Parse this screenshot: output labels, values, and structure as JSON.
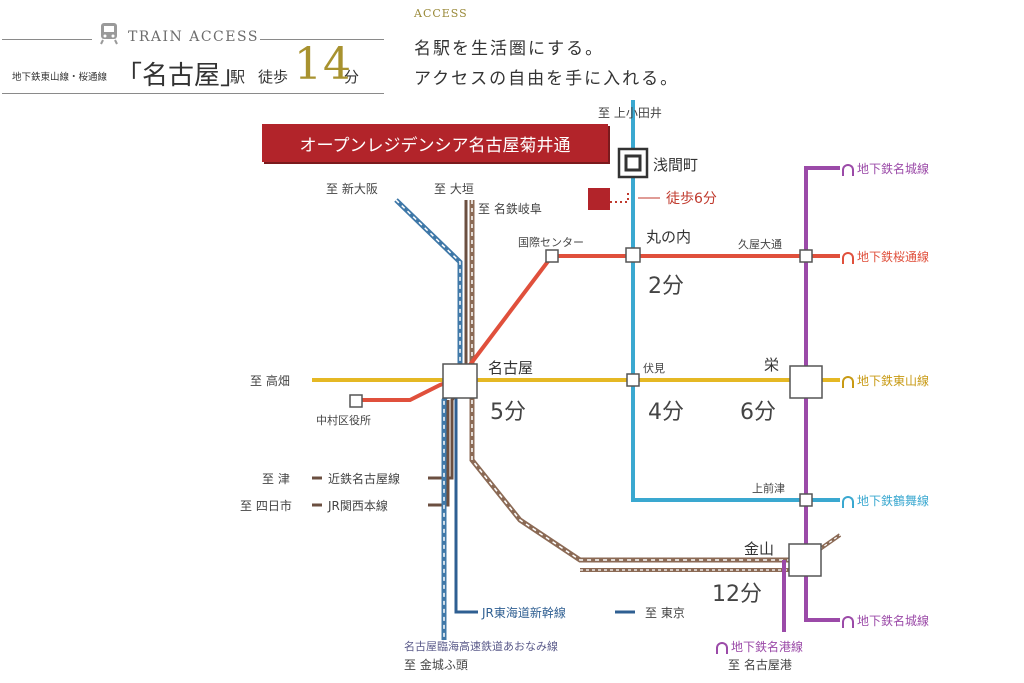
{
  "header": {
    "train_access": "TRAIN ACCESS",
    "lines": "地下鉄東山線・桜通線",
    "station_bracket": "「名古屋」",
    "eki": "駅",
    "walk": "徒歩",
    "walk_minutes": "14",
    "fun": "分",
    "access": "ACCESS",
    "copy_line1": "名駅を生活圏にする。",
    "copy_line2": "アクセスの自由を手に入れる。"
  },
  "map": {
    "property": "オープンレジデンシア名古屋菊井通",
    "walk_to_station": "徒歩6分",
    "stations": {
      "sengencho": "浅間町",
      "marunouchi": "丸の内",
      "hisaya_odori": "久屋大通",
      "kokusai_center": "国際センター",
      "nagoya": "名古屋",
      "fushimi": "伏見",
      "sakae": "栄",
      "nakamura_kuyakusho": "中村区役所",
      "kamimaezu": "上前津",
      "kanayama": "金山"
    },
    "times": {
      "marunouchi": "2分",
      "nagoya": "5分",
      "fushimi": "4分",
      "sakae": "6分",
      "kanayama": "12分"
    },
    "directions": {
      "kamiotai": "至 上小田井",
      "shin_osaka": "至 新大阪",
      "ogaki": "至 大垣",
      "meitetsu_gifu": "至 名鉄岐阜",
      "takabata": "至 高畑",
      "tsu": "至 津",
      "yokkaichi": "至 四日市",
      "tokyo": "至 東京",
      "kinjofuto": "至 金城ふ頭",
      "nagoyako": "至 名古屋港"
    },
    "lines": {
      "kintetsu": "近鉄名古屋線",
      "jr_kansai": "JR関西本線",
      "shinkansen": "JR東海道新幹線",
      "aonami": "名古屋臨海高速鉄道あおなみ線",
      "meijo_top": "地下鉄名城線",
      "sakuradori": "地下鉄桜通線",
      "higashiyama": "地下鉄東山線",
      "tsurumai": "地下鉄鶴舞線",
      "meijo_bottom": "地下鉄名城線",
      "meiko": "地下鉄名港線"
    },
    "colors": {
      "sakuradori": "#e0503c",
      "higashiyama": "#e5b824",
      "tsurumai": "#3aa8d0",
      "meijo": "#9b4aa8",
      "property": "#b2242a",
      "gold": "#a8922f"
    }
  }
}
